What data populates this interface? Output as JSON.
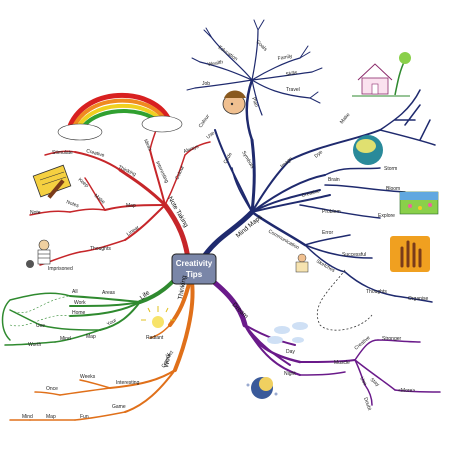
{
  "center": {
    "line1": "Creativity",
    "line2": "Tips"
  },
  "branches": {
    "mind_maps": {
      "title": "Mind Maps",
      "sub": [
        "Colour",
        "Code",
        "Symbols",
        "Image",
        "Dye",
        "Make",
        "Creative",
        "Communication",
        "Brain",
        "Problem",
        "Bloom",
        "Explore",
        "Storm",
        "Error",
        "Successful",
        "Sketches",
        "Thoughts",
        "Organise"
      ],
      "top": [
        "Education",
        "Goals",
        "Wealth",
        "Family",
        "Skills",
        "Job",
        "Travel",
        "Plan"
      ]
    },
    "note_taking": {
      "title": "Note Taking",
      "sub": [
        "Stimulate",
        "Creative",
        "Thinking",
        "Ideas",
        "Interesting",
        "Use",
        "Always",
        "Colour",
        "Map",
        "Keep",
        "Make",
        "Notes",
        "Note",
        "Thoughts",
        "Linear",
        "Imprisoned"
      ]
    },
    "life": {
      "title": "Life",
      "sub": [
        "All",
        "Areas",
        "Work",
        "Home",
        "Your",
        "Use",
        "Mind",
        "Map",
        "Worth"
      ]
    },
    "thinking": {
      "title": "Thinking",
      "sub": [
        "Radiant"
      ]
    },
    "work": {
      "title": "Work",
      "sub": [
        "Connect",
        "Interesting",
        "Weeks",
        "Once",
        "Game",
        "Fun",
        "Mind",
        "Map"
      ]
    },
    "dream": {
      "title": "Dream",
      "sub": [
        "Day",
        "Night",
        "Muscle",
        "Creative",
        "Stronger",
        "Use",
        "Stay",
        "Doubt",
        "<More>"
      ]
    }
  }
}
